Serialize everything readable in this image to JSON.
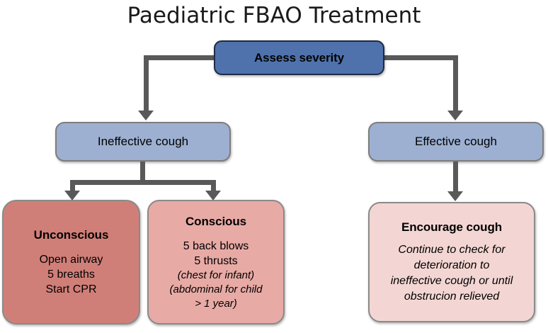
{
  "page": {
    "title": "Paediatric FBAO Treatment"
  },
  "colors": {
    "root_fill": "#4f72ac",
    "root_border": "#1f2a44",
    "level2_fill": "#9db0d2",
    "dark_red_fill": "#d07f78",
    "mid_red_fill": "#e8aaa5",
    "light_red_fill": "#f3d6d3",
    "box_border": "#8a8a8a",
    "connector": "#595959",
    "background": "#ffffff",
    "text": "#000000"
  },
  "nodes": {
    "root": {
      "label": "Assess severity"
    },
    "ineffective": {
      "label": "Ineffective cough"
    },
    "effective": {
      "label": "Effective cough"
    },
    "unconscious": {
      "heading": "Unconscious",
      "lines": [
        "Open airway",
        "5 breaths",
        "Start CPR"
      ]
    },
    "conscious": {
      "heading": "Conscious",
      "lines": [
        "5 back blows",
        "5 thrusts"
      ],
      "notes": [
        "(chest for infant)",
        "(abdominal for child",
        "> 1 year)"
      ]
    },
    "encourage": {
      "heading": "Encourage cough",
      "notes": [
        "Continue to check for",
        "deterioration to",
        "ineffective cough or until",
        "obstrucion relieved"
      ]
    }
  },
  "connectors": {
    "root_to_ineffective": "arrow-down-left-branch",
    "root_to_effective": "arrow-down-right-branch",
    "ineffective_to_unconscious": "arrow-down-left",
    "ineffective_to_conscious": "arrow-down-right",
    "effective_to_encourage": "arrow-down"
  }
}
